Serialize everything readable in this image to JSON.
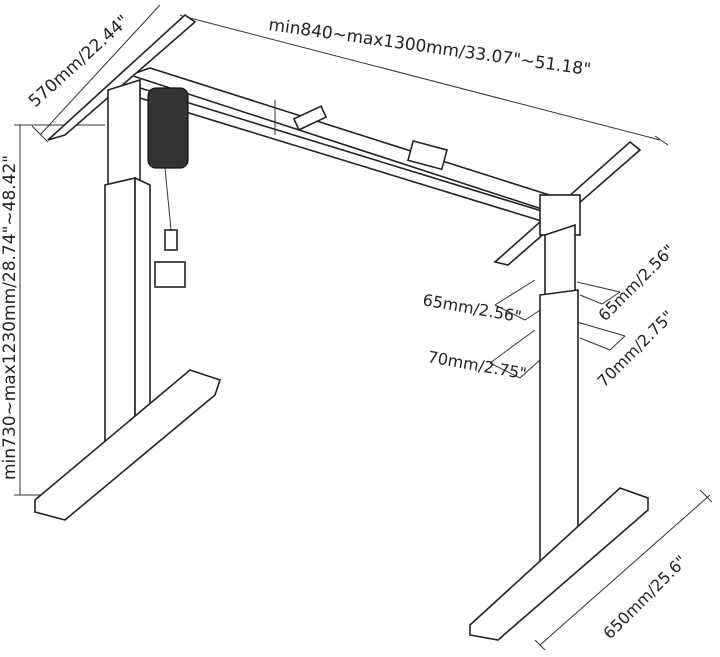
{
  "diagram": {
    "labels": {
      "width_range": "min840~max1300mm/33.07\"~51.18\"",
      "depth_top": "570mm/22.44\"",
      "height_range": "min730~max1230mm/28.74\"~48.42\"",
      "column_upper_left": "65mm/2.56\"",
      "column_lower_left": "70mm/2.75\"",
      "column_upper_right": "65mm/2.56\"",
      "column_lower_right": "70mm/2.75\"",
      "foot_length": "650mm/25.6\""
    }
  }
}
